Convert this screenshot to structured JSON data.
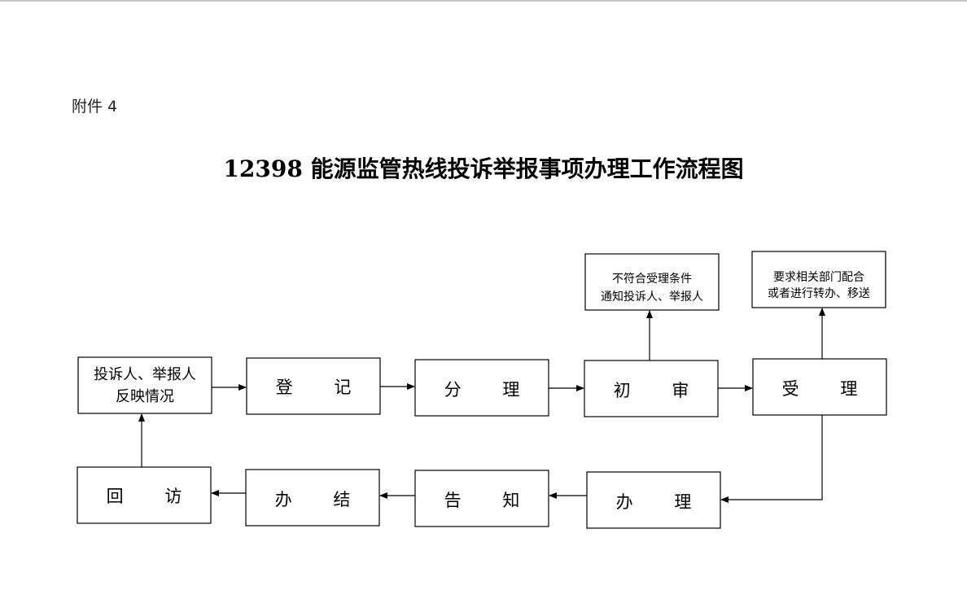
{
  "header": {
    "attachment_label": "附件 4",
    "title": "12398 能源监管热线投诉举报事项办理工作流程图"
  },
  "nodes": {
    "source": {
      "line1": "投诉人、举报人",
      "line2": "反映情况"
    },
    "register": "登 记",
    "dispatch": "分 理",
    "preliminary_review": "初 审",
    "accept": "受 理",
    "reject_note": {
      "line1": "不符合受理条件",
      "line2": "通知投诉人、举报人"
    },
    "transfer_note": {
      "line1": "要求相关部门配合",
      "line2": "或者进行转办、移送"
    },
    "handle": "办 理",
    "notify": "告 知",
    "close": "办 结",
    "revisit": "回 访"
  }
}
